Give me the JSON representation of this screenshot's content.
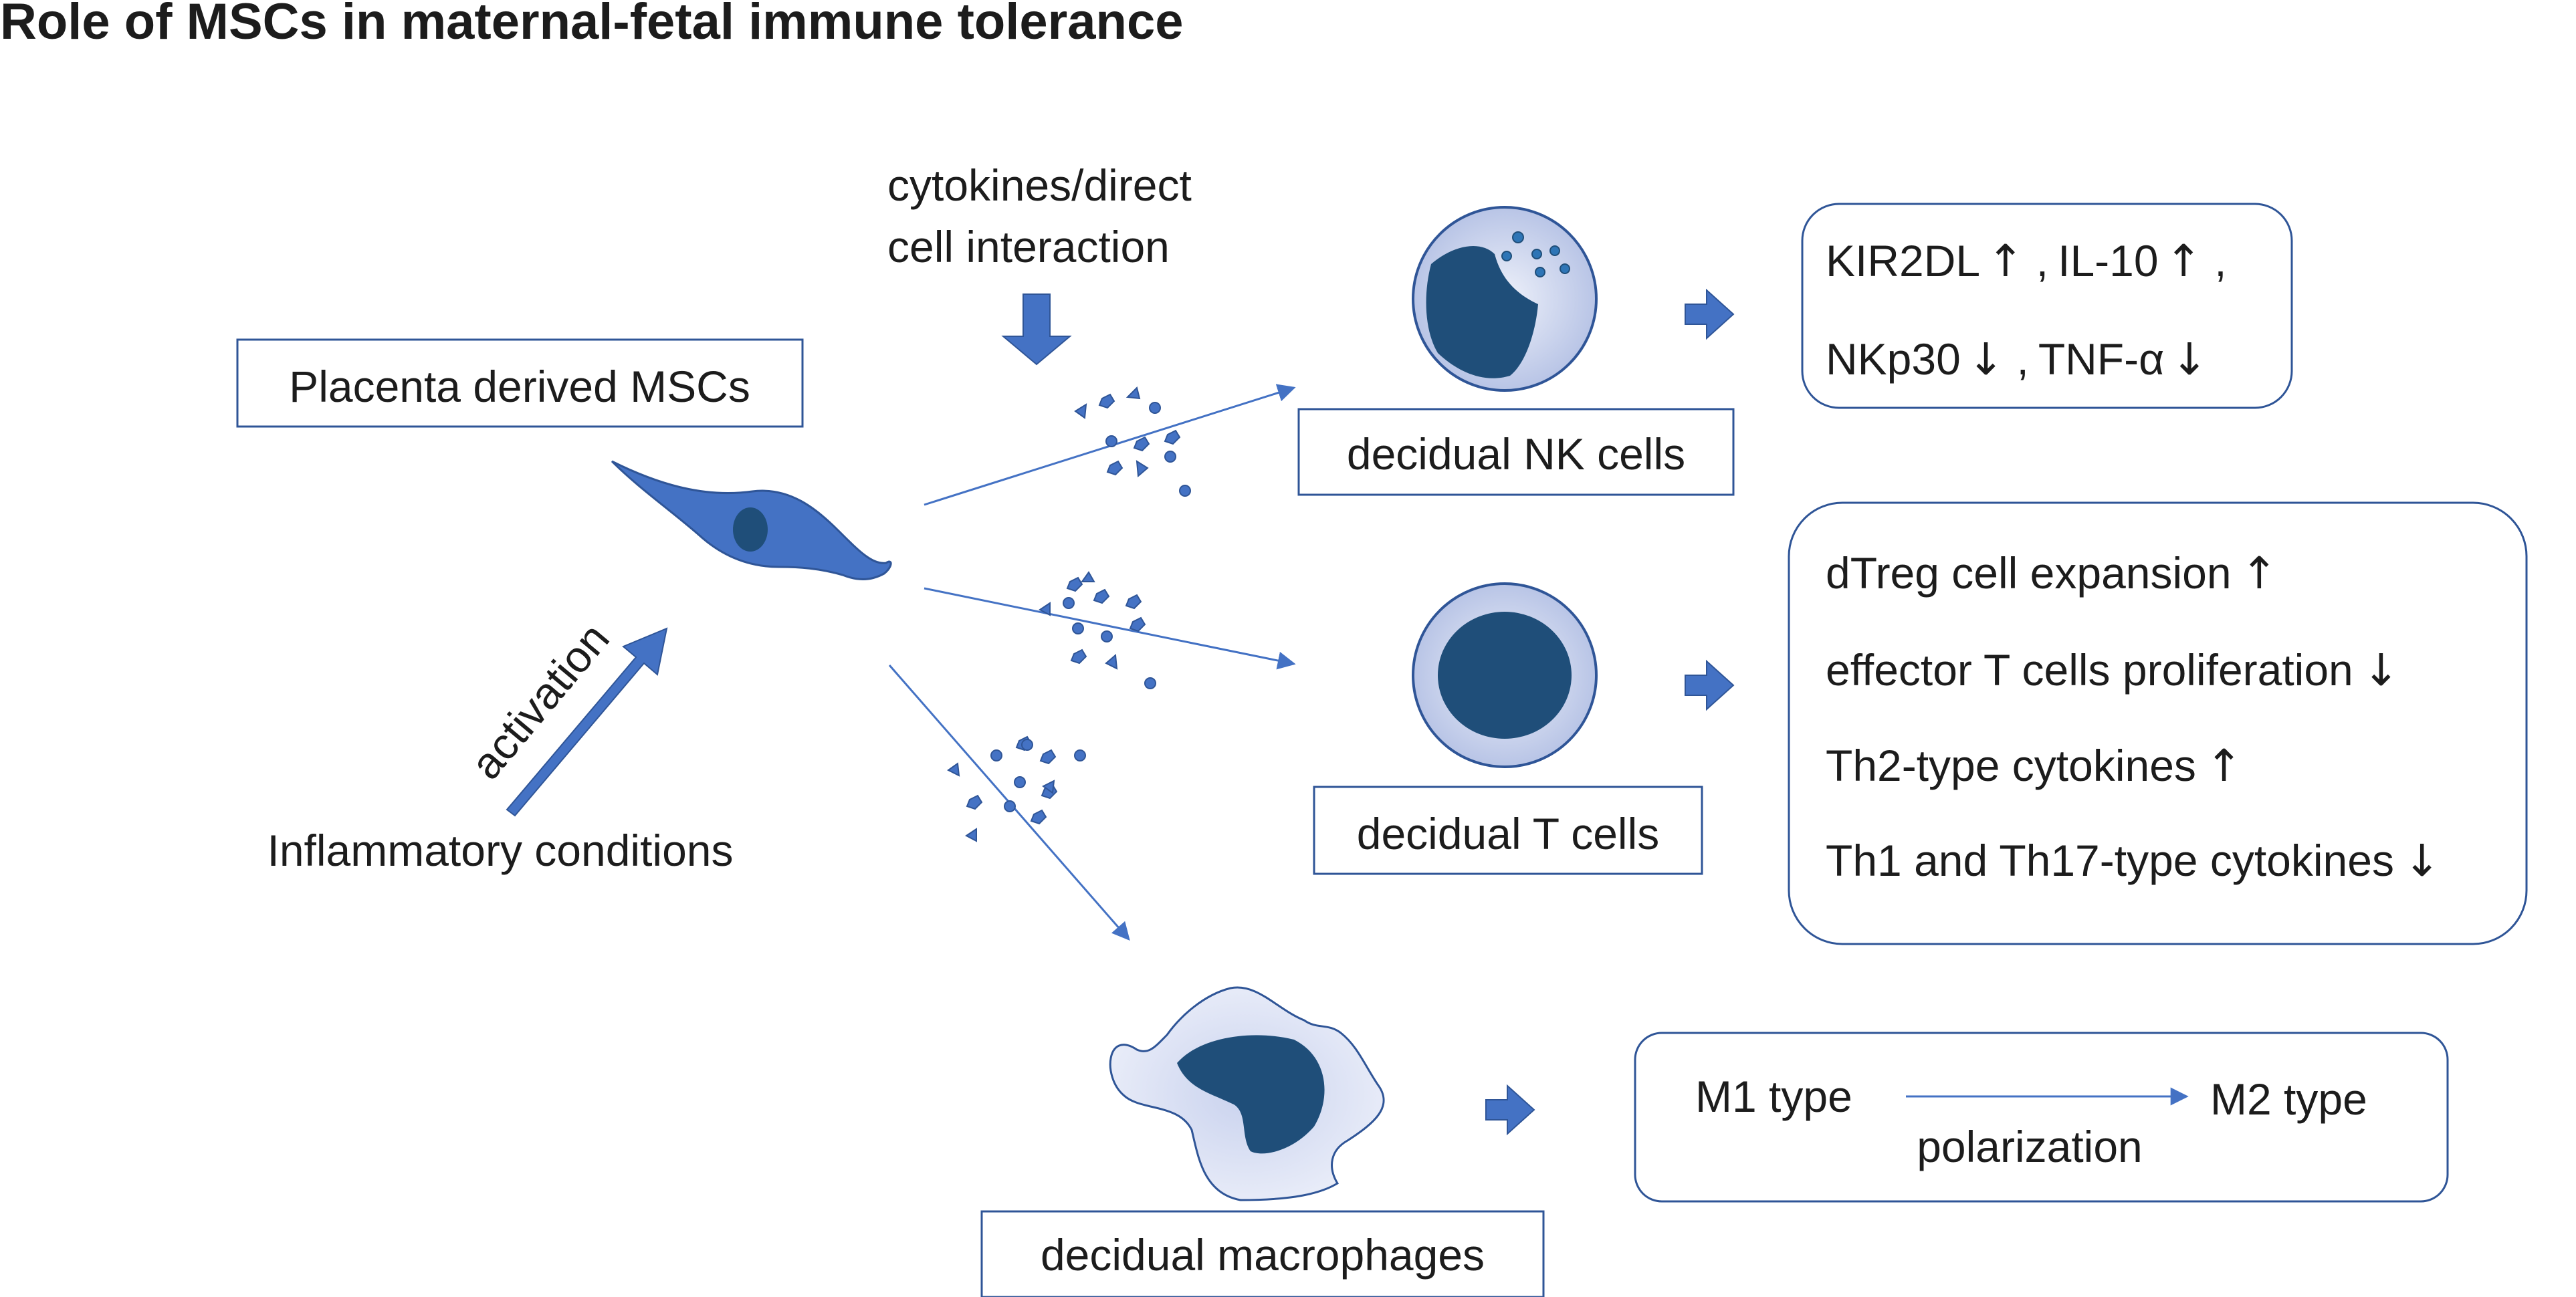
{
  "title": "Role of MSCs in maternal-fetal immune tolerance",
  "source": {
    "label": "Placenta derived MSCs",
    "activation_label": "activation",
    "inflammatory_label": "Inflammatory conditions",
    "mediator_label_line1": "cytokines/direct",
    "mediator_label_line2": "cell interaction"
  },
  "targets": {
    "nk": {
      "label": "decidual NK cells",
      "effects": [
        {
          "a_text": "KIR2DL",
          "a_arrow": "↑",
          "sep": " ,",
          "b_text": "IL-10",
          "b_arrow": "↑",
          "tail": " ,"
        },
        {
          "a_text": "NKp30",
          "a_arrow": "↓",
          "sep": " ,",
          "b_text": "TNF-α",
          "b_arrow": "↓",
          "tail": ""
        }
      ]
    },
    "t": {
      "label": "decidual T cells",
      "effects": [
        {
          "text": "dTreg cell expansion",
          "arrow": "↑"
        },
        {
          "text": "effector T cells proliferation",
          "arrow": "↓"
        },
        {
          "text": "Th2-type cytokines",
          "arrow": "↑"
        },
        {
          "text": "Th1 and Th17-type cytokines",
          "arrow": "↓"
        }
      ]
    },
    "mac": {
      "label": "decidual macrophages",
      "from_label": "M1 type",
      "to_label": "M2 type",
      "process_label": "polarization"
    }
  },
  "colors": {
    "primary_blue": "#4472c4",
    "dark_blue": "#1f4e79",
    "light_cell": "#cdd6ee",
    "box_border": "#2f5597"
  }
}
